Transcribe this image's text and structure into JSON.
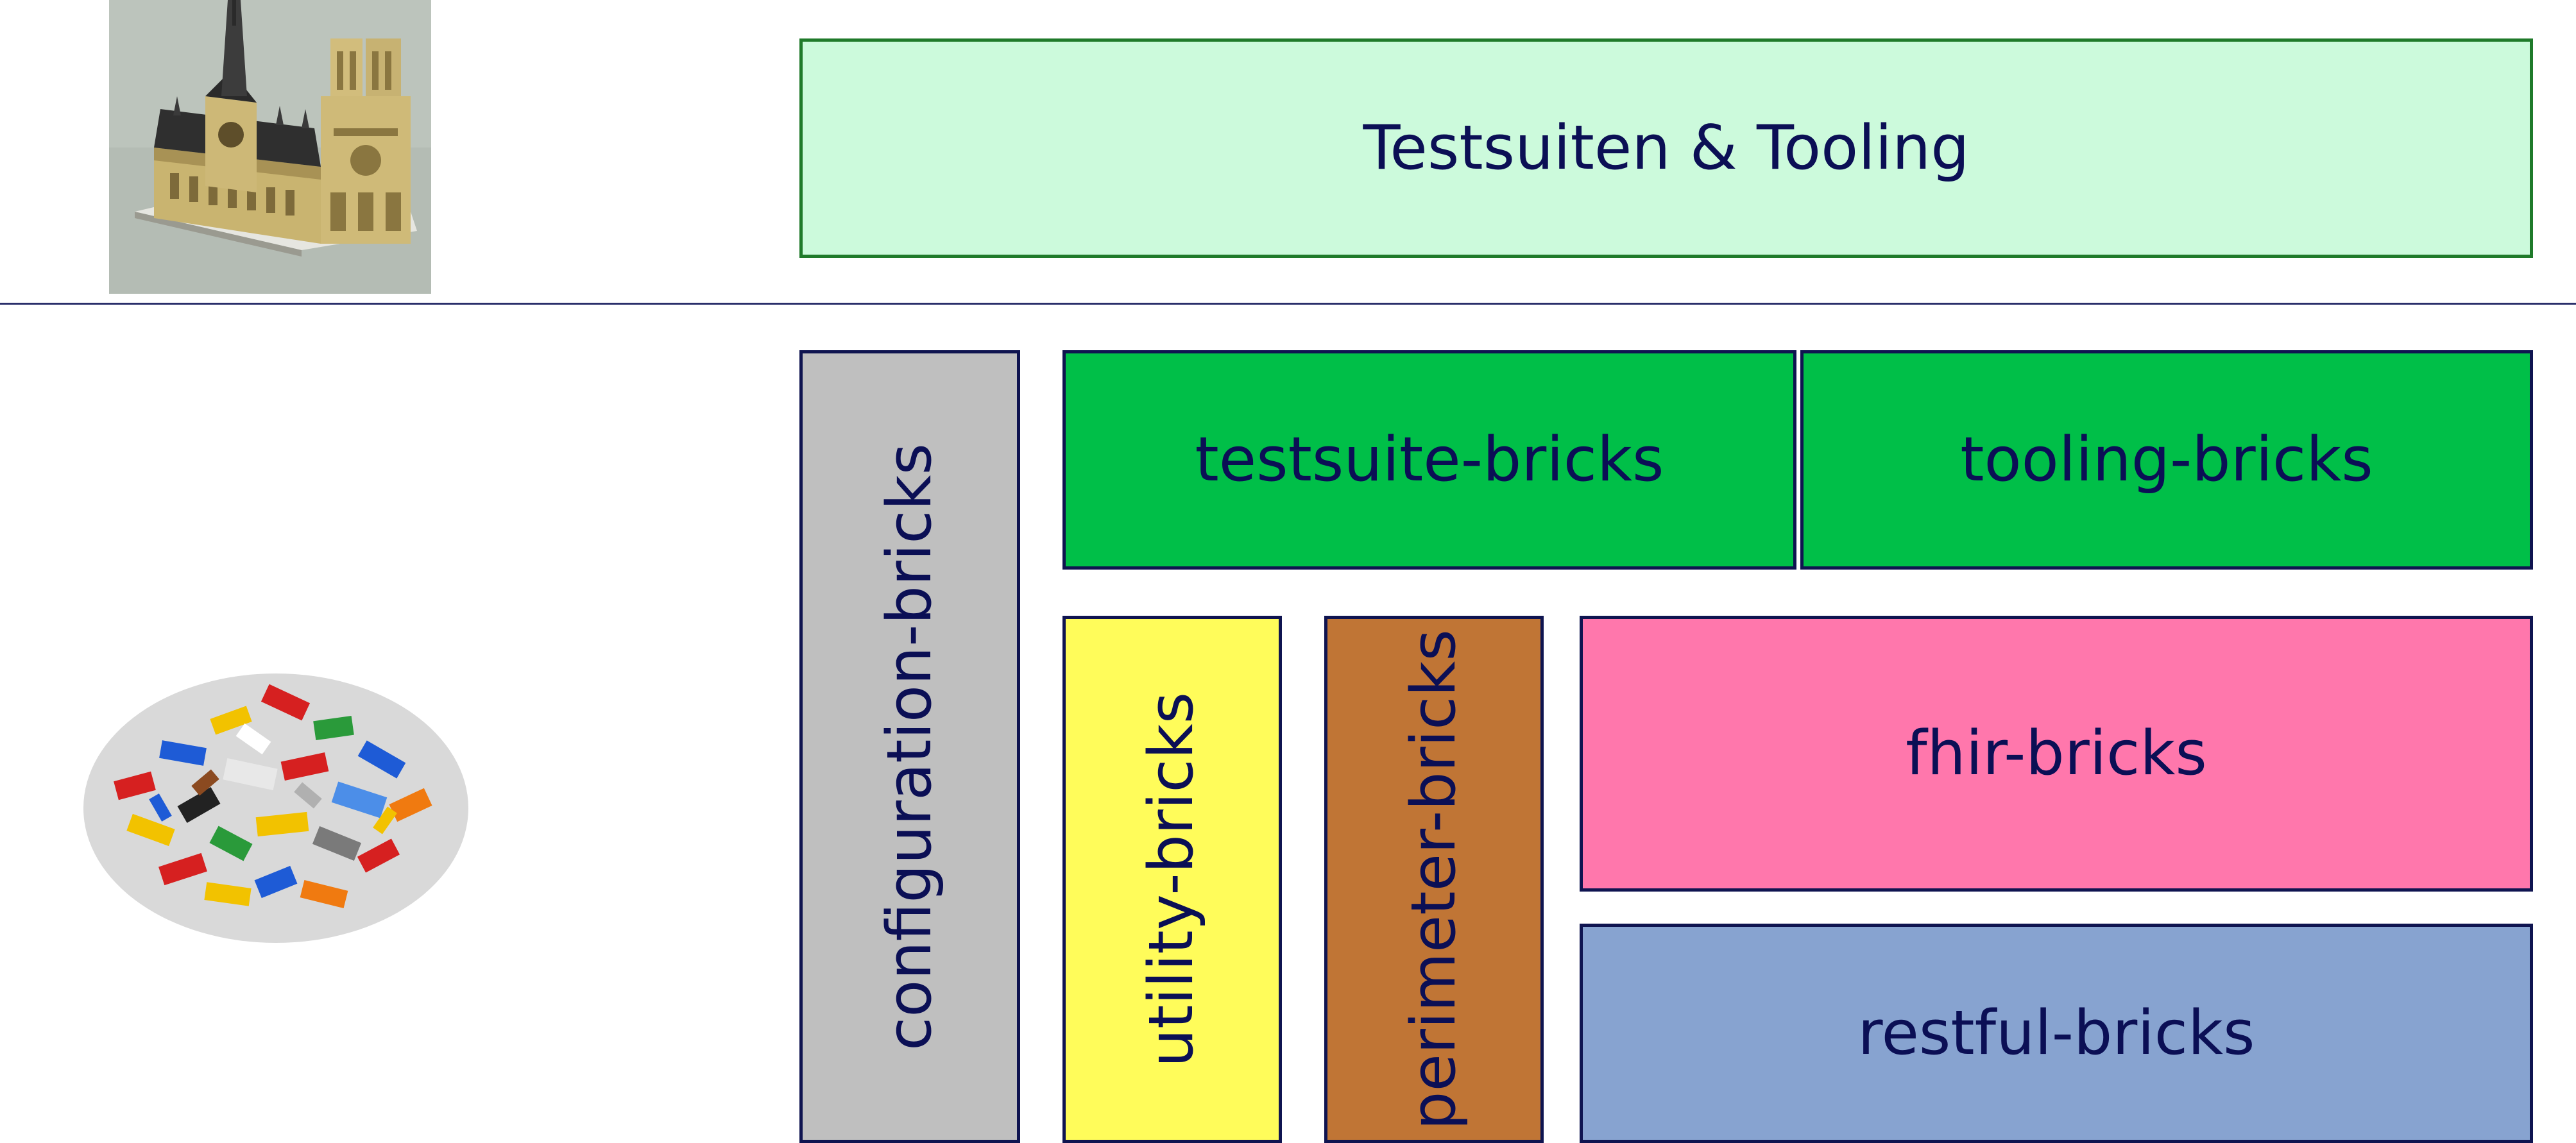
{
  "colors": {
    "text": "#0b0f55",
    "border": "#0f1450",
    "top": "#ccfadc",
    "top_border": "#1f7a2a",
    "configuration": "#bfbfbf",
    "testsuite": "#00bf48",
    "tooling": "#00bf48",
    "utility": "#fffc5a",
    "perimeter": "#c07535",
    "fhir": "#ff77ac",
    "restful": "#87a3d0"
  },
  "images": {
    "top": "cathedral-model",
    "bottom": "pile-of-bricks"
  },
  "boxes": {
    "top": "Testsuiten & Tooling",
    "configuration": "configuration-bricks",
    "testsuite": "testsuite-bricks",
    "tooling": "tooling-bricks",
    "utility": "utility-bricks",
    "perimeter": "perimeter-bricks",
    "fhir": "fhir-bricks",
    "restful": "restful-bricks"
  }
}
